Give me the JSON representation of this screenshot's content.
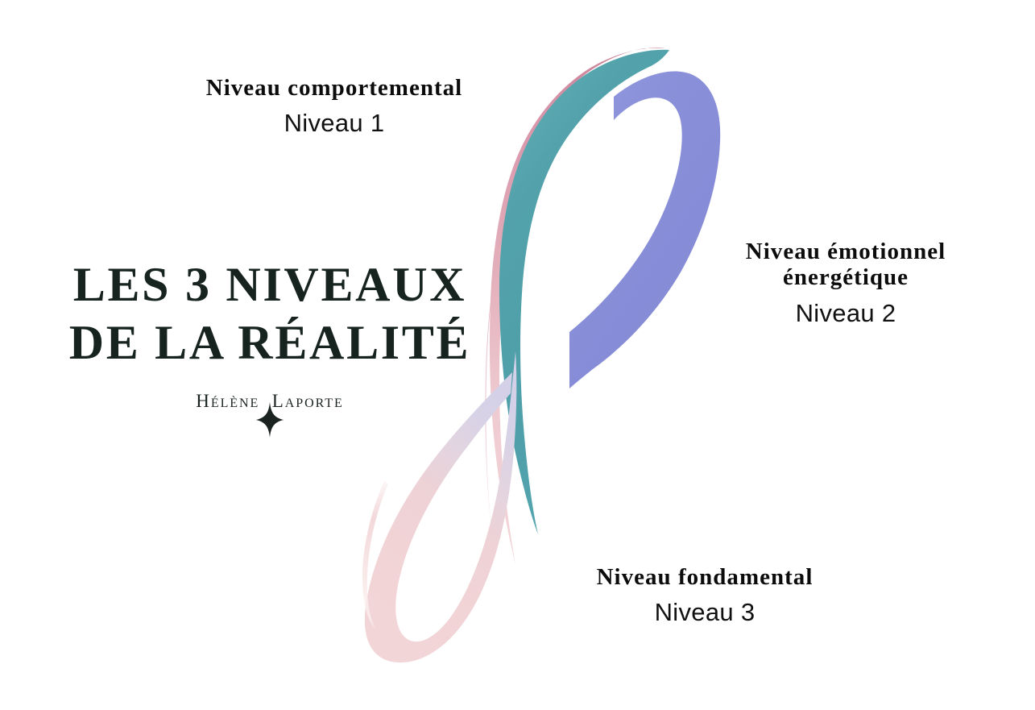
{
  "poster": {
    "background_color": "#ffffff",
    "title_line_1": "LES 3 NIVEAUX",
    "title_line_2": "DE LA RÉALITÉ",
    "title_color": "#16231F",
    "author_first": "Hélène",
    "author_last": "Laporte",
    "author_icon": "sparkle-icon"
  },
  "levels": [
    {
      "name": "Niveau comportemental",
      "number_label": "Niveau 1",
      "ribbon_color": "#55A3AC",
      "ribbon_name": "teal-ribbon"
    },
    {
      "name_line_1": "Niveau émotionnel",
      "name_line_2": "énergétique",
      "number_label": "Niveau 2",
      "ribbon_color": "#8A90D8",
      "ribbon_name": "periwinkle-ribbon"
    },
    {
      "name": "Niveau fondamental",
      "number_label": "Niveau 3",
      "ribbon_color": "#EFCFD4",
      "ribbon_name": "pink-ribbon"
    }
  ],
  "artwork": {
    "name": "infinity-ribbon-artwork",
    "colors": {
      "teal": "#55A3AC",
      "teal_light": "#7FBCC2",
      "periwinkle": "#8A90D8",
      "periwinkle_light": "#A7ABE4",
      "rose": "#D894AA",
      "rose_mid": "#E6B6C0",
      "pink_pale": "#F1D3D6",
      "pink_faint": "#FAECEC",
      "lavender": "#D5D2E8",
      "lavender_pale": "#E6E3F1"
    }
  }
}
